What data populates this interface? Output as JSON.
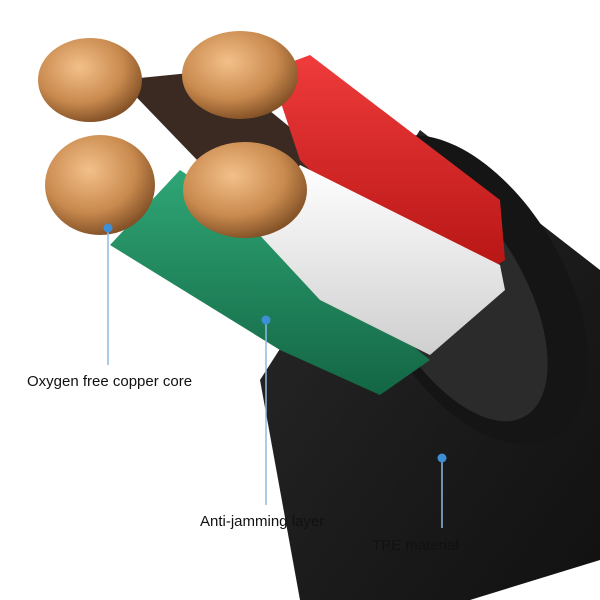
{
  "labels": {
    "copper_core": "Oxygen free copper core",
    "anti_jamming": "Anti-jamming layer",
    "tpe": "TPE material"
  },
  "colors": {
    "jacket": "#1c1c1c",
    "red_insulation": "#d81a1a",
    "white_insulation": "#ededed",
    "green_insulation": "#1f8a5f",
    "brown_insulation": "#3a2a22",
    "copper": "#c98a4e",
    "callout": "#3d8fd6"
  },
  "icons": [
    "callout-dot"
  ]
}
